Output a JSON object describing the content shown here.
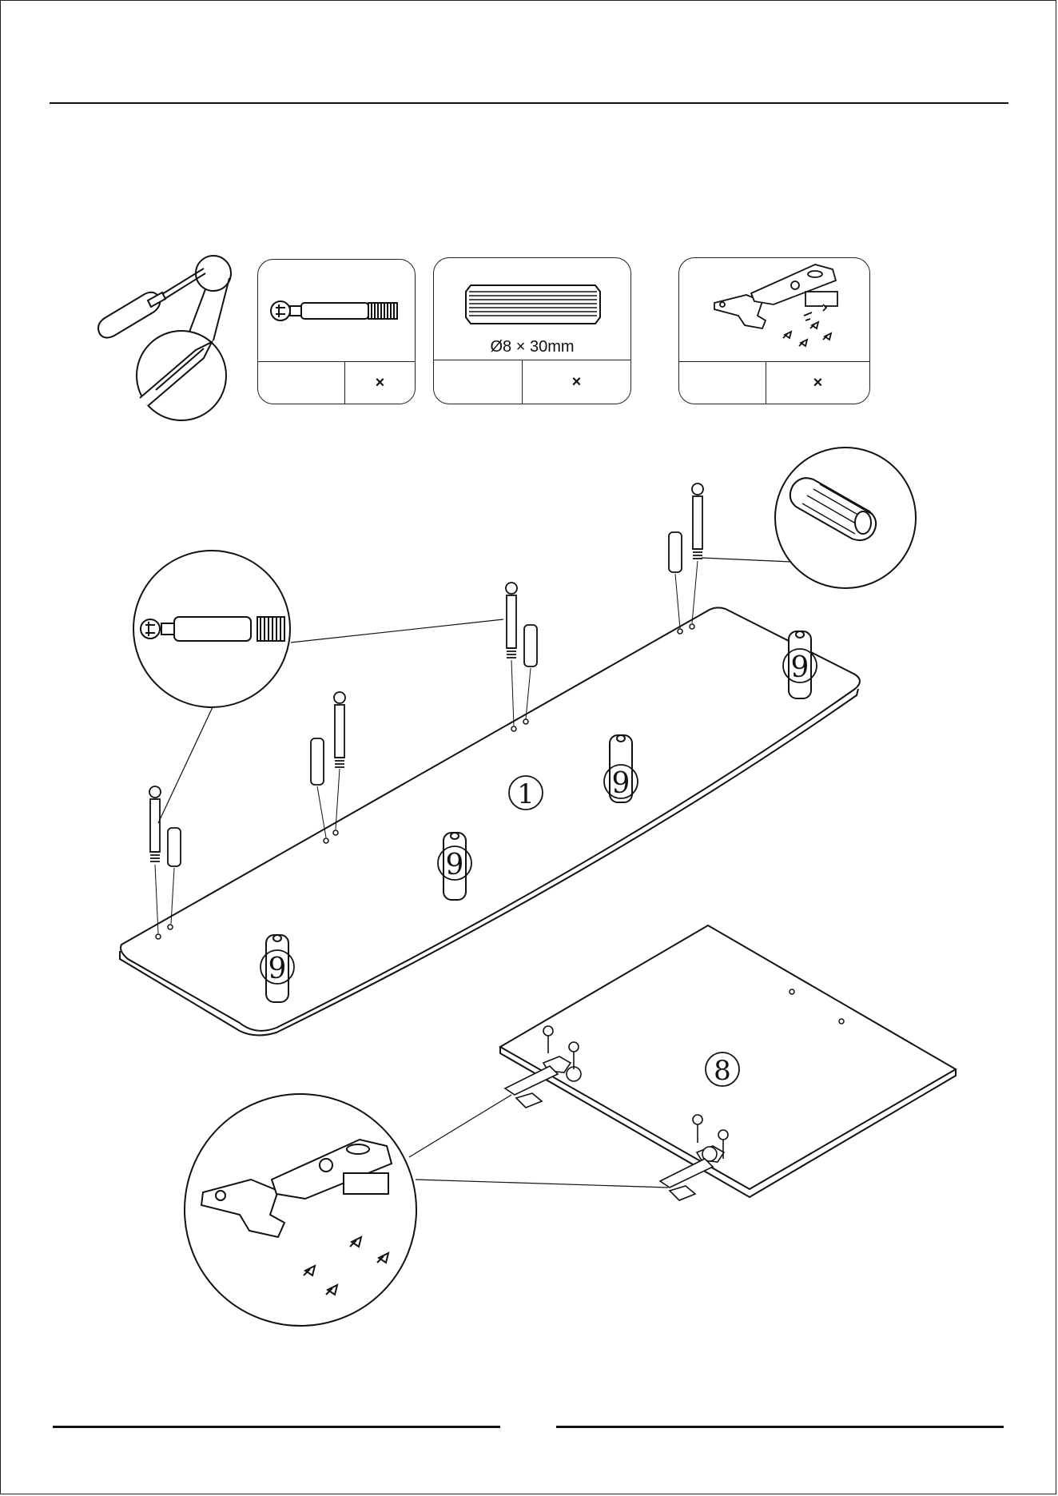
{
  "parts": {
    "cam_bolt": {
      "quantity": "",
      "multiply_sign": "×"
    },
    "dowel": {
      "spec": "Ø8 × 30mm",
      "quantity": "",
      "multiply_sign": "×"
    },
    "hinge": {
      "quantity": "",
      "multiply_sign": "×"
    }
  },
  "panels": {
    "top_panel_label": "1",
    "side_panel_label": "8",
    "foot_labels": [
      "9",
      "9",
      "9",
      "9"
    ]
  },
  "icons": {
    "tool": "screwdriver-icon",
    "cam_bolt": "cam-bolt-icon",
    "dowel": "dowel-icon",
    "hinge": "hinge-icon"
  }
}
